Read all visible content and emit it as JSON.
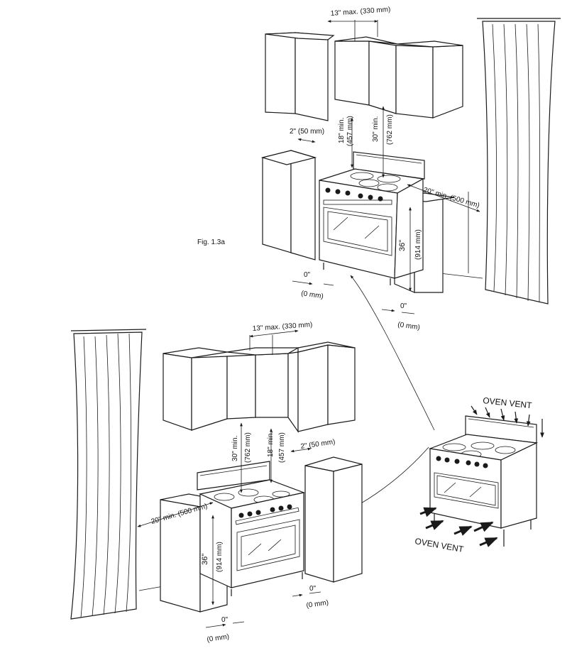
{
  "figure_label": "Fig. 1.3a",
  "top_install": {
    "cabinet_gap_max": "13\" max. (330 mm)",
    "side_clearance_in": "2\" (50 mm)",
    "side_hood_in": "18\" min.",
    "side_hood_mm": "(457 mm)",
    "hood_min_in": "30\" min.",
    "hood_min_mm": "(762 mm)",
    "side_wall_min": "20\" min. (500 mm)",
    "counter_height_in": "36\"",
    "counter_height_mm": "(914 mm)",
    "rear_gap_in": "0\"",
    "rear_gap_mm": "(0 mm)",
    "front_gap_in": "0\"",
    "front_gap_mm": "(0 mm)"
  },
  "bottom_install": {
    "cabinet_gap_max": "13\" max. (330 mm)",
    "hood_min_in": "30\" min.",
    "hood_min_mm": "(762 mm)",
    "side_hood_in": "18\" min.",
    "side_hood_mm": "(457 mm)",
    "side_clearance_in": "2\" (50 mm)",
    "side_wall_min": "20\" min. (500 mm)",
    "counter_height_in": "36\"",
    "counter_height_mm": "(914 mm)",
    "right_gap_in": "0\"",
    "right_gap_mm": "(0 mm)",
    "left_gap_in": "0\"",
    "left_gap_mm": "(0 mm)"
  },
  "vent_detail": {
    "top_label": "OVEN VENT",
    "bottom_label": "OVEN VENT"
  }
}
